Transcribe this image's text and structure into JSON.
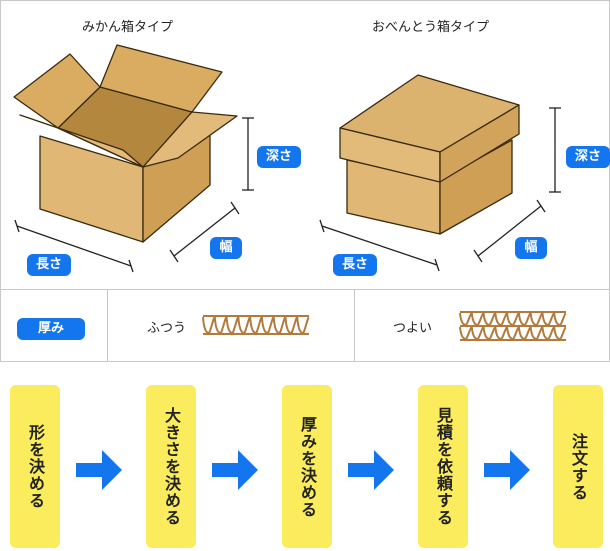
{
  "titles": {
    "mikan": "みかん箱タイプ",
    "obento": "おべんとう箱タイプ"
  },
  "dims": {
    "depth": "深さ",
    "length": "長さ",
    "width": "幅"
  },
  "thickness": {
    "badge": "厚み",
    "normal": "ふつう",
    "strong": "つよい"
  },
  "steps": [
    "形を決める",
    "大きさを決める",
    "厚みを決める",
    "見積を依頼する",
    "注文する"
  ],
  "colors": {
    "cardboard": "#dcb36e",
    "outline": "#3a2a10",
    "accent": "#1476ee",
    "step": "#fbec5d"
  }
}
